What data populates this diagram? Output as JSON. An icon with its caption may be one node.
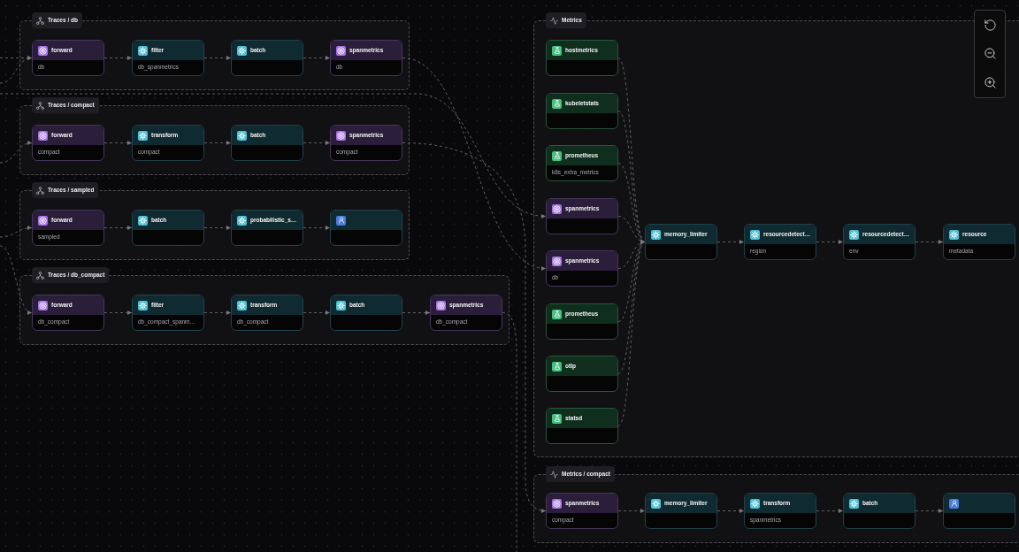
{
  "diagram": {
    "nodes": [
      {
        "text": [
          "Traces / db"
        ]
      },
      {
        "text": [
          "forward",
          "db"
        ],
        "in": 0
      },
      {
        "text": [
          "filter",
          "db_spanmetrics"
        ],
        "in": 0
      },
      {
        "text": [
          "batch"
        ],
        "in": 0
      },
      {
        "text": [
          "spanmetrics",
          "db"
        ],
        "in": 0
      },
      {
        "text": [
          "Traces / compact"
        ]
      },
      {
        "text": [
          "forward",
          "compact"
        ],
        "in": 5
      },
      {
        "text": [
          "transform",
          "compact"
        ],
        "in": 5
      },
      {
        "text": [
          "batch"
        ],
        "in": 5
      },
      {
        "text": [
          "spanmetrics",
          "compact"
        ],
        "in": 5
      },
      {
        "text": [
          "Traces / sampled"
        ]
      },
      {
        "text": [
          "forward",
          "sampled"
        ],
        "in": 10
      },
      {
        "text": [
          "batch"
        ],
        "in": 10
      },
      {
        "text": [
          "probabilistic_s…"
        ],
        "in": 10
      },
      {
        "text": [],
        "shape": "box",
        "in": 10
      },
      {
        "text": [
          "Traces / db_compact"
        ]
      },
      {
        "text": [
          "forward",
          "db_compact"
        ],
        "in": 15
      },
      {
        "text": [
          "filter",
          "db_compact_spanm…"
        ],
        "in": 15
      },
      {
        "text": [
          "transform",
          "db_compact"
        ],
        "in": 15
      },
      {
        "text": [
          "batch"
        ],
        "in": 15
      },
      {
        "text": [
          "spanmetrics",
          "db_compact"
        ],
        "in": 15
      },
      {
        "text": [
          "Metrics"
        ]
      },
      {
        "text": [
          "hostmetrics"
        ],
        "in": 21
      },
      {
        "text": [
          "kubeletstats"
        ],
        "in": 21
      },
      {
        "text": [
          "prometheus",
          "k8s_extra_metrics"
        ],
        "in": 21
      },
      {
        "text": [
          "spanmetrics"
        ],
        "in": 21
      },
      {
        "text": [
          "spanmetrics",
          "db"
        ],
        "in": 21
      },
      {
        "text": [
          "prometheus"
        ],
        "in": 21
      },
      {
        "text": [
          "otlp"
        ],
        "in": 21
      },
      {
        "text": [
          "statsd"
        ],
        "in": 21
      },
      {
        "text": [
          "memory_limiter"
        ],
        "in": 21
      },
      {
        "text": [
          "resourcedetect…",
          "region"
        ],
        "in": 21
      },
      {
        "text": [
          "resourcedetect…",
          "env"
        ],
        "in": 21
      },
      {
        "text": [
          "resource",
          "metadata"
        ],
        "in": 21
      },
      {
        "text": [
          "Metrics / compact"
        ]
      },
      {
        "text": [
          "spanmetrics",
          "compact"
        ],
        "in": 34
      },
      {
        "text": [
          "memory_limiter"
        ],
        "in": 34
      },
      {
        "text": [
          "transform",
          "spanmetrics"
        ],
        "in": 34
      },
      {
        "text": [
          "batch"
        ],
        "in": 34
      },
      {
        "text": [],
        "shape": "box",
        "in": 34
      }
    ],
    "edges": [
      {
        "from": 1,
        "to": 2,
        "arrow": "to"
      },
      {
        "from": 2,
        "to": 3,
        "arrow": "to"
      },
      {
        "from": 3,
        "to": 4,
        "arrow": "to"
      },
      {
        "from": 6,
        "to": 7,
        "arrow": "to"
      },
      {
        "from": 7,
        "to": 8,
        "arrow": "to"
      },
      {
        "from": 8,
        "to": 9,
        "arrow": "to"
      },
      {
        "from": 11,
        "to": 12,
        "arrow": "to"
      },
      {
        "from": 12,
        "to": 13,
        "arrow": "to"
      },
      {
        "from": 13,
        "to": 14,
        "arrow": "to"
      },
      {
        "from": 16,
        "to": 17,
        "arrow": "to"
      },
      {
        "from": 17,
        "to": 18,
        "arrow": "to"
      },
      {
        "from": 18,
        "to": 19,
        "arrow": "to"
      },
      {
        "from": 19,
        "to": 20,
        "arrow": "to"
      },
      {
        "from": 30,
        "to": 31,
        "arrow": "to"
      },
      {
        "from": 31,
        "to": 32,
        "arrow": "to"
      },
      {
        "from": 32,
        "to": 33,
        "arrow": "to"
      },
      {
        "from": 35,
        "to": 36,
        "arrow": "to"
      },
      {
        "from": 36,
        "to": 37,
        "arrow": "to"
      },
      {
        "from": 37,
        "to": 38,
        "arrow": "to"
      },
      {
        "from": 38,
        "to": 39,
        "arrow": "to"
      },
      {
        "from": 22,
        "to": 30,
        "arrow": "to"
      },
      {
        "from": 23,
        "to": 30,
        "arrow": "to"
      },
      {
        "from": 24,
        "to": 30,
        "arrow": "to"
      },
      {
        "from": 25,
        "to": 30,
        "arrow": "to"
      },
      {
        "from": 26,
        "to": 30,
        "arrow": "to"
      },
      {
        "from": 27,
        "to": 30,
        "arrow": "to"
      },
      {
        "from": 28,
        "to": 30,
        "arrow": "to"
      },
      {
        "from": 29,
        "to": 30,
        "arrow": "to"
      },
      {
        "from": 4,
        "to": 26,
        "arrow": "to"
      },
      {
        "from": 9,
        "to": 35,
        "arrow": "to"
      },
      {
        "from": null,
        "to": 25,
        "arrow": "to"
      },
      {
        "from": 20,
        "to": null,
        "arrow": "none"
      },
      {
        "from": null,
        "to": 1,
        "arrow": "to"
      },
      {
        "from": null,
        "to": 1,
        "arrow": "to"
      },
      {
        "from": null,
        "to": 6,
        "arrow": "to"
      },
      {
        "from": null,
        "to": 11,
        "arrow": "to"
      },
      {
        "from": null,
        "to": 16,
        "arrow": "to"
      }
    ]
  }
}
